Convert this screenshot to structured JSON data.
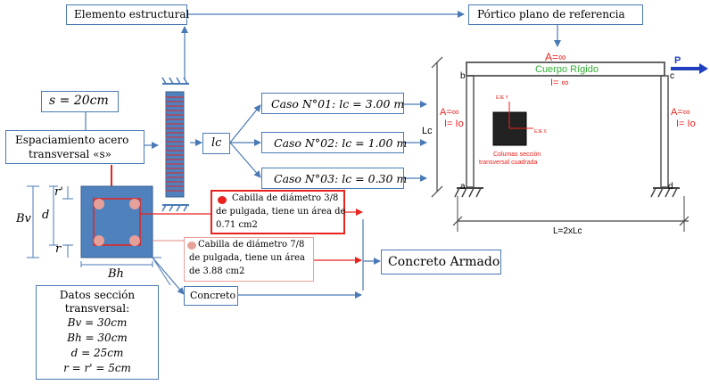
{
  "top": {
    "elemento_estructural": "Elemento estructural",
    "portico": "Pórtico plano de referencia"
  },
  "left": {
    "s_value": "s = 20cm",
    "espaciamiento": [
      "Espaciamiento acero",
      "transversal «s»"
    ],
    "lc_label": "lc"
  },
  "casos": [
    "Caso N°01: lc = 3.00 m",
    "Caso N°02: lc = 1.00 m",
    "Caso N°03: lc = 0.30 m"
  ],
  "section_dims": {
    "bv": "Bv",
    "d": "d",
    "r_prime": "r'",
    "r": "r",
    "bh": "Bh"
  },
  "datos": [
    "Datos sección",
    "transversal:",
    "Bv = 30cm",
    "Bh = 30cm",
    "d = 25cm",
    "r = r' = 5cm"
  ],
  "cabilla_38": [
    "Cabilla de diámetro 3/8",
    "de pulgada, tiene un área de",
    "0.71 cm2"
  ],
  "cabilla_78": [
    "Cabilla de diámetro 7/8",
    "de pulgada, tiene un área",
    "de 3.88 cm2"
  ],
  "concreto": "Concreto",
  "concreto_armado": "Concreto Armado",
  "frame": {
    "a_top": "A=∞",
    "cuerpo_rigido": "Cuerpo Rígido",
    "i_top": "I= ∞",
    "a_left": "A=∞",
    "i_left": "I= Io",
    "a_right": "A=∞",
    "i_right": "I= Io",
    "p": "P",
    "lc": "Lc",
    "span": "L=2xLc",
    "node_a": "a",
    "node_b": "b",
    "node_c": "c",
    "node_d": "d",
    "columnas": [
      "Columas sección",
      "transversal cuadrada"
    ],
    "axis_y": "EJE Y",
    "axis_x": "EJE X"
  },
  "colors": {
    "box_border": "#4a7ab5",
    "arrow": "#4a7ab5",
    "red": "#e8231f",
    "section_fill": "#4f81bd",
    "rebar": "#e6a09a",
    "green": "#2fb02f",
    "load": "#1f3fbf"
  }
}
